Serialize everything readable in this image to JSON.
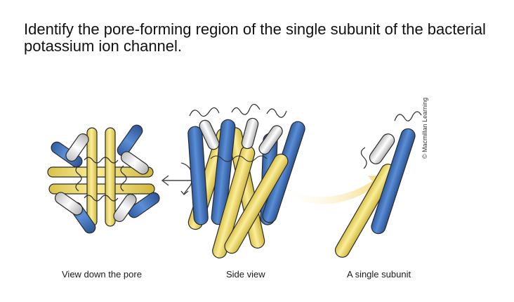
{
  "question": "Identify the pore-forming region of the single subunit of the bacterial potassium ion channel.",
  "captions": {
    "view_down": "View down the pore",
    "side_view": "Side view",
    "single_subunit": "A single subunit"
  },
  "credit": "© Macmillan Learning",
  "colors": {
    "blue_helix": "#3f74c0",
    "yellow_helix": "#f2de6a",
    "white_helix": "#f2f2f2",
    "outline": "#2a2a2a",
    "arrow_yellow": "#f4d870"
  }
}
